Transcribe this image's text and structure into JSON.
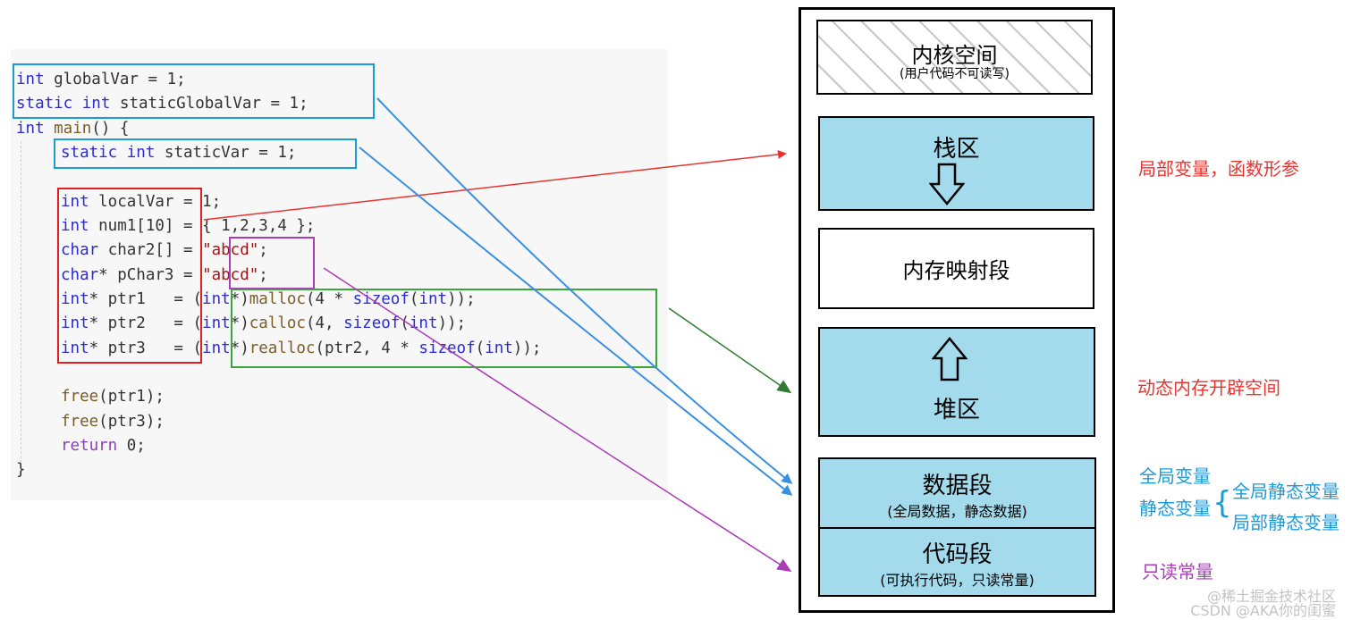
{
  "code": {
    "line1": {
      "kw": "int",
      "rest": " globalVar = 1;"
    },
    "line2": {
      "kw1": "static",
      "kw2": " int",
      "rest": " staticGlobalVar = 1;"
    },
    "line3": {
      "kw": "int",
      "fn": " main",
      "rest": "() {"
    },
    "line4": {
      "kw1": "static",
      "kw2": " int",
      "rest": " staticVar = 1;"
    },
    "line5": {
      "kw": "int",
      "rest": " localVar = 1;"
    },
    "line6": {
      "kw": "int",
      "rest": " num1[10] = { 1,2,3,4 };"
    },
    "line7": {
      "kw": "char",
      "mid": " char2[] = ",
      "str": "\"abcd\"",
      "end": ";"
    },
    "line8": {
      "kw": "char",
      "mid": "* pChar3 = ",
      "str": "\"abcd\"",
      "end": ";"
    },
    "line9": {
      "kw": "int",
      "mid": "* ptr1   = (",
      "kw2": "int",
      "p1": "*)",
      "fn": "malloc",
      "p2": "(4 * ",
      "kw3": "sizeof",
      "p3": "(",
      "kw4": "int",
      "p4": "));"
    },
    "line10": {
      "kw": "int",
      "mid": "* ptr2   = (",
      "kw2": "int",
      "p1": "*)",
      "fn": "calloc",
      "p2": "(4, ",
      "kw3": "sizeof",
      "p3": "(",
      "kw4": "int",
      "p4": "));"
    },
    "line11": {
      "kw": "int",
      "mid": "* ptr3   = (",
      "kw2": "int",
      "p1": "*)",
      "fn": "realloc",
      "p2": "(ptr2, 4 * ",
      "kw3": "sizeof",
      "p3": "(",
      "kw4": "int",
      "p4": "));"
    },
    "line12": {
      "fn": "free",
      "rest": "(ptr1);"
    },
    "line13": {
      "fn": "free",
      "rest": "(ptr3);"
    },
    "line14": {
      "kw": "return",
      "rest": " 0;"
    },
    "line15": "}"
  },
  "memory": {
    "kernel": {
      "title": "内核空间",
      "sub": "(用户代码不可读写)"
    },
    "stack": {
      "title": "栈区"
    },
    "mmap": {
      "title": "内存映射段"
    },
    "heap": {
      "title": "堆区"
    },
    "data": {
      "title": "数据段",
      "sub": "(全局数据，静态数据)"
    },
    "code": {
      "title": "代码段",
      "sub": "(可执行代码，只读常量)"
    }
  },
  "labels": {
    "stack": "局部变量，函数形参",
    "heap": "动态内存开辟空间",
    "global": "全局变量",
    "static": "静态变量",
    "brace": "{",
    "global_static": "全局静态变量",
    "local_static": "局部静态变量",
    "readonly": "只读常量"
  },
  "watermark": {
    "line1": "@稀土掘金技术社区",
    "line2": "CSDN @AKA你的闺蜜"
  },
  "colors": {
    "red": "#e8332f",
    "blue": "#1a9bd7",
    "arrow_blue": "#3a8fe0",
    "green": "#2e7d32",
    "purple": "#a93cb7",
    "stack_heap_fill": "#a3dbed"
  }
}
